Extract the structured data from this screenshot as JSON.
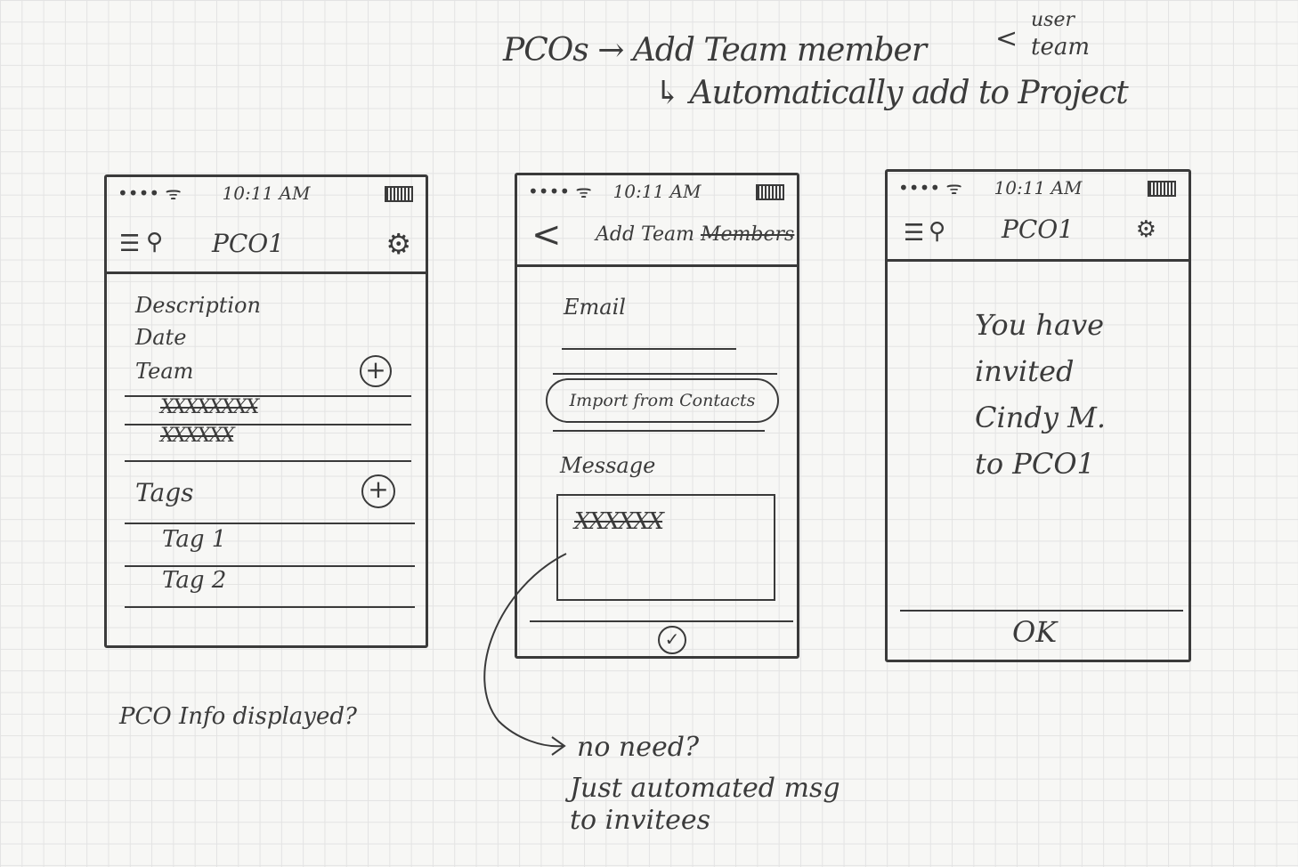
{
  "header": {
    "flow_line": "PCOs → Add Team member",
    "user_note": "user",
    "team_note": "team",
    "auto_line": "Automatically add to Project"
  },
  "status_bar": {
    "dots": "••••",
    "wifi_glyph": "ᯤ",
    "time": "10:11 AM"
  },
  "screen1": {
    "menu_glyph": "☰",
    "search_glyph": "⚲",
    "title": "PCO1",
    "settings_glyph": "⚙",
    "fields": {
      "description": "Description",
      "date": "Date",
      "team": "Team",
      "tags": "Tags"
    },
    "team_members": [
      "XXXXXXXX",
      "XXXXXX"
    ],
    "tags": [
      "Tag 1",
      "Tag 2"
    ],
    "add_glyph": "+"
  },
  "screen2": {
    "back_glyph": "<",
    "title": "Add Team",
    "title_struck": "Members",
    "email_label": "Email",
    "import_button": "Import from Contacts",
    "message_label": "Message",
    "message_value": "XXXXXX",
    "submit_glyph": "✓"
  },
  "screen3": {
    "menu_glyph": "☰",
    "search_glyph": "⚲",
    "title": "PCO1",
    "settings_glyph": "⚙",
    "confirmation_lines": [
      "You have",
      "invited",
      "Cindy M.",
      "to PCO1"
    ],
    "ok_button": "OK"
  },
  "notes": {
    "pco_info": "PCO Info displayed?",
    "no_need": "no need?",
    "automated_1": "Just automated msg",
    "automated_2": "to invitees"
  },
  "colors": {
    "ink": "#3a3a3a",
    "paper": "#f7f7f5",
    "grid": "#e3e3e3"
  }
}
